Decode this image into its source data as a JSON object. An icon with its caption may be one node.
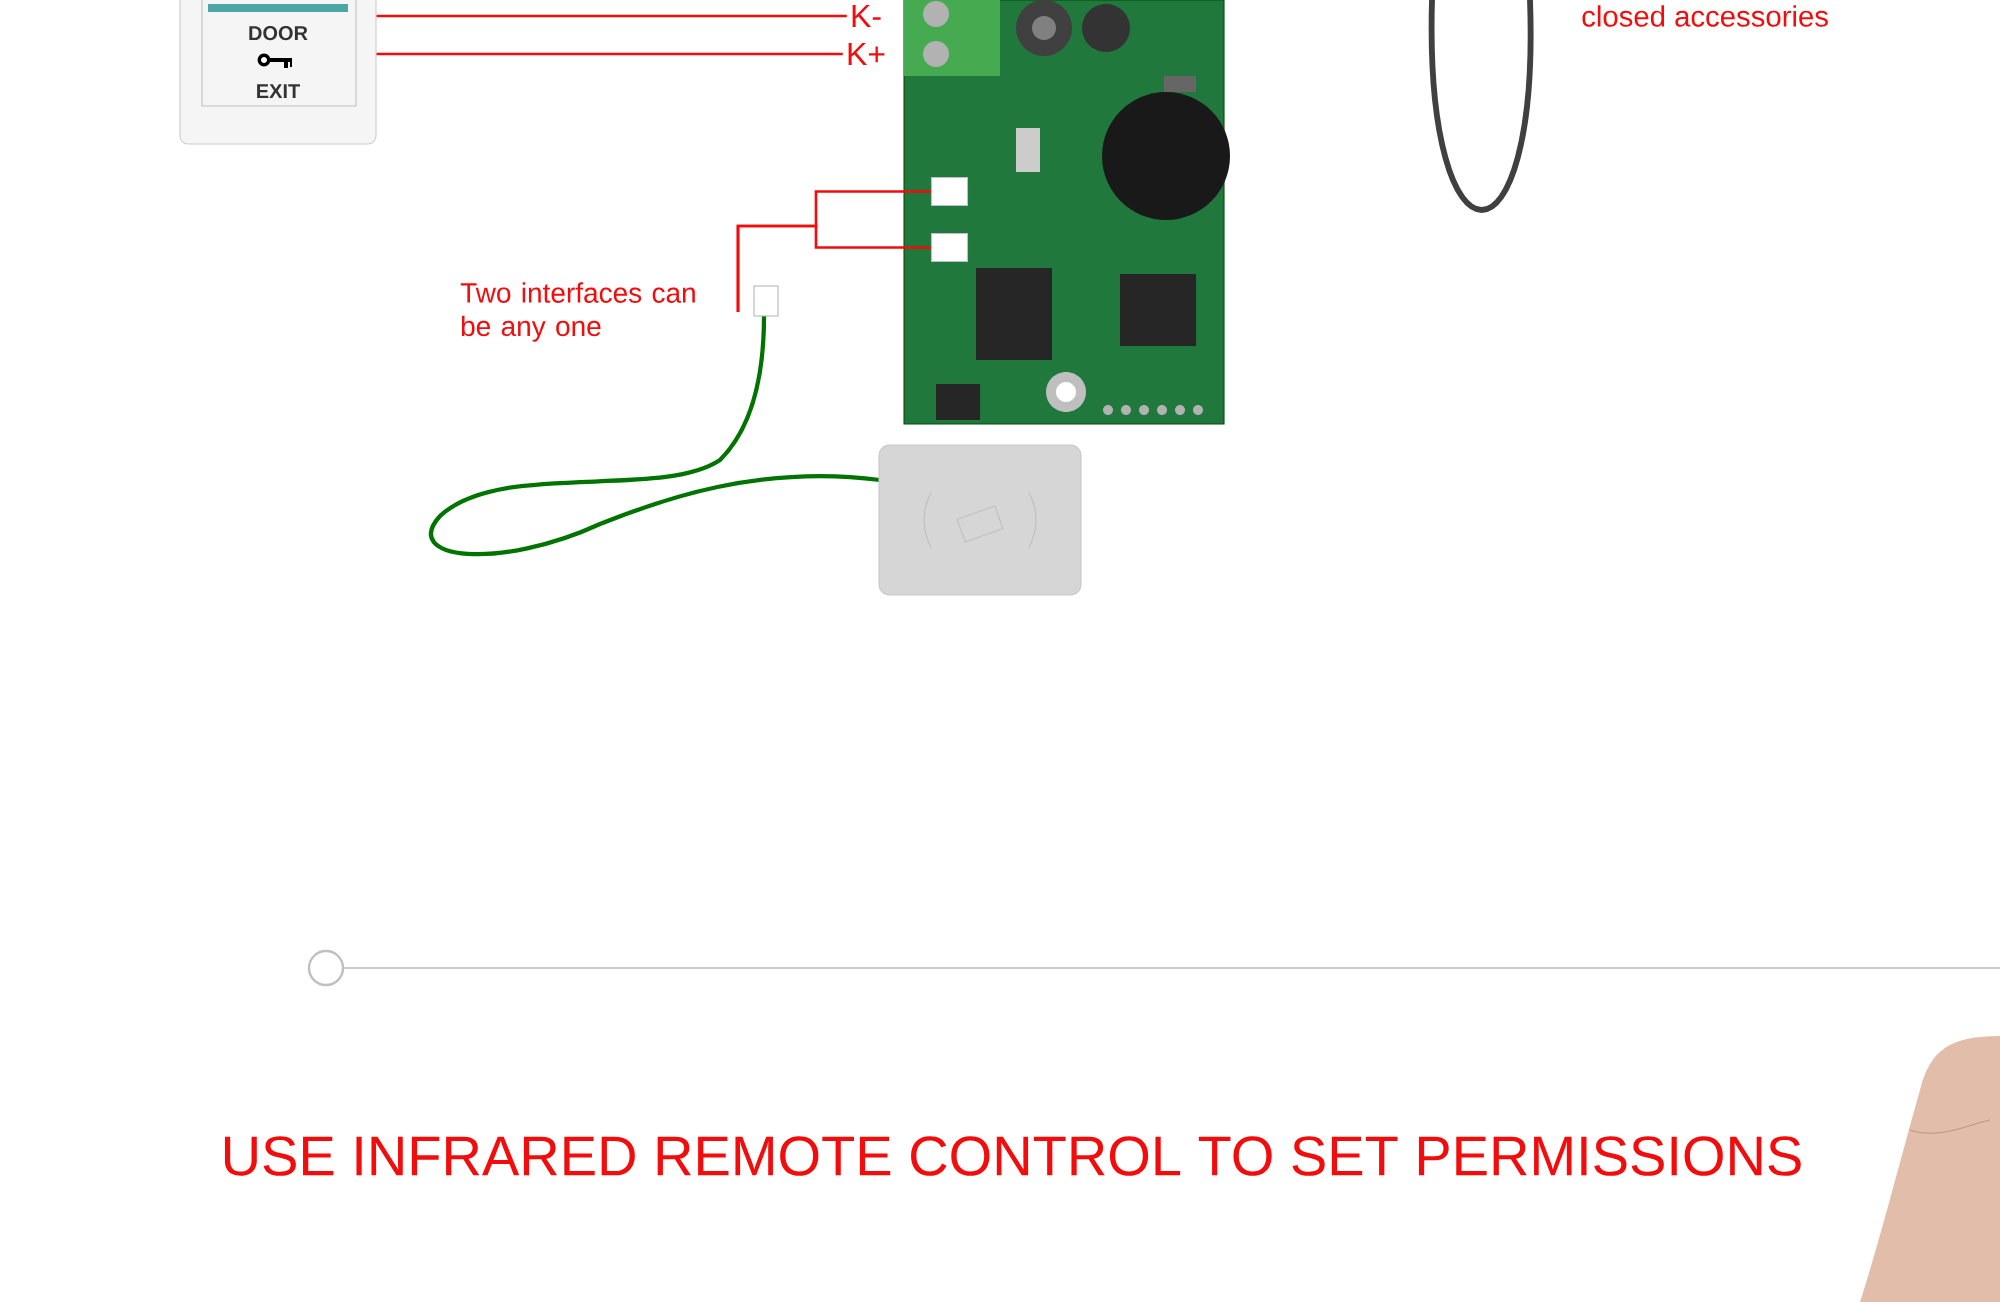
{
  "diagram": {
    "title": "USE INFRARED REMOTE CONTROL TO SET PERMISSIONS",
    "nodes": [
      {
        "text": [
          "DOOR",
          "EXIT"
        ]
      },
      {
        "text": [
          "K-"
        ]
      },
      {
        "text": [
          "K+"
        ]
      },
      {
        "text": [],
        "shape": "picture"
      },
      {
        "text": [],
        "shape": "box",
        "in": 3
      },
      {
        "text": [],
        "shape": "box",
        "in": 3
      },
      {
        "text": [
          "Two interfaces can be any one"
        ]
      },
      {
        "text": [],
        "shape": "picture"
      }
    ],
    "edges": [
      {
        "from": 0,
        "to": 1,
        "arrow": "none"
      },
      {
        "from": 0,
        "to": 2,
        "arrow": "none"
      },
      {
        "from": 6,
        "to": 4,
        "arrow": "none"
      },
      {
        "from": 6,
        "to": 5,
        "arrow": "none"
      }
    ],
    "labels": [
      "closed accessories"
    ]
  }
}
